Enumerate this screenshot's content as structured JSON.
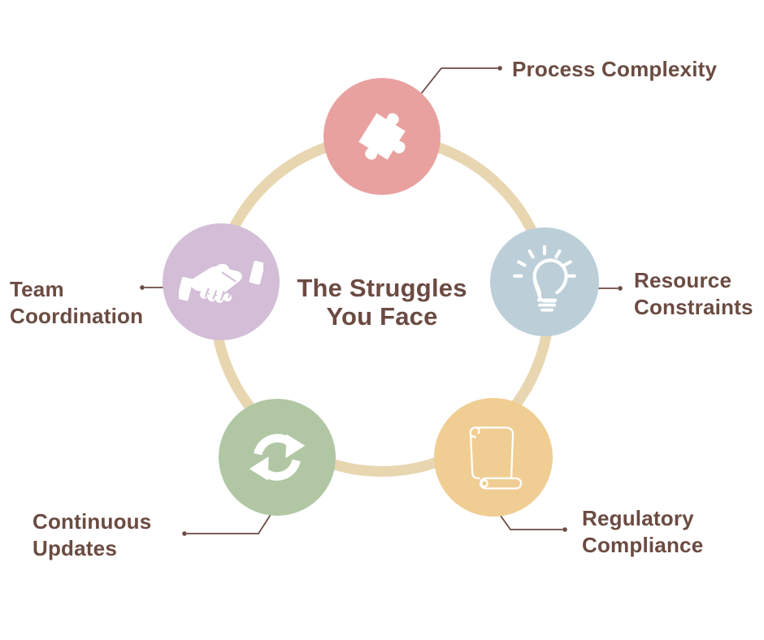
{
  "title": {
    "text": "The Struggles\nYou Face"
  },
  "colors": {
    "text": "#6B4B42",
    "connector": "#6B4B42",
    "ring": "#E8D6B1",
    "background": "#FFFFFF"
  },
  "nodes": [
    {
      "id": "process-complexity",
      "label": "Process Complexity",
      "color": "#E8A19F",
      "icon": "puzzle-icon"
    },
    {
      "id": "resource-constraints",
      "label": "Resource\nConstraints",
      "color": "#BCCFD8",
      "icon": "lightbulb-icon"
    },
    {
      "id": "regulatory-compliance",
      "label": "Regulatory\nCompliance",
      "color": "#F0CD92",
      "icon": "scroll-icon"
    },
    {
      "id": "continuous-updates",
      "label": "Continuous\nUpdates",
      "color": "#B1C7A4",
      "icon": "refresh-icon"
    },
    {
      "id": "team-coordination",
      "label": "Team\nCoordination",
      "color": "#D3BDD7",
      "icon": "handshake-icon"
    }
  ]
}
